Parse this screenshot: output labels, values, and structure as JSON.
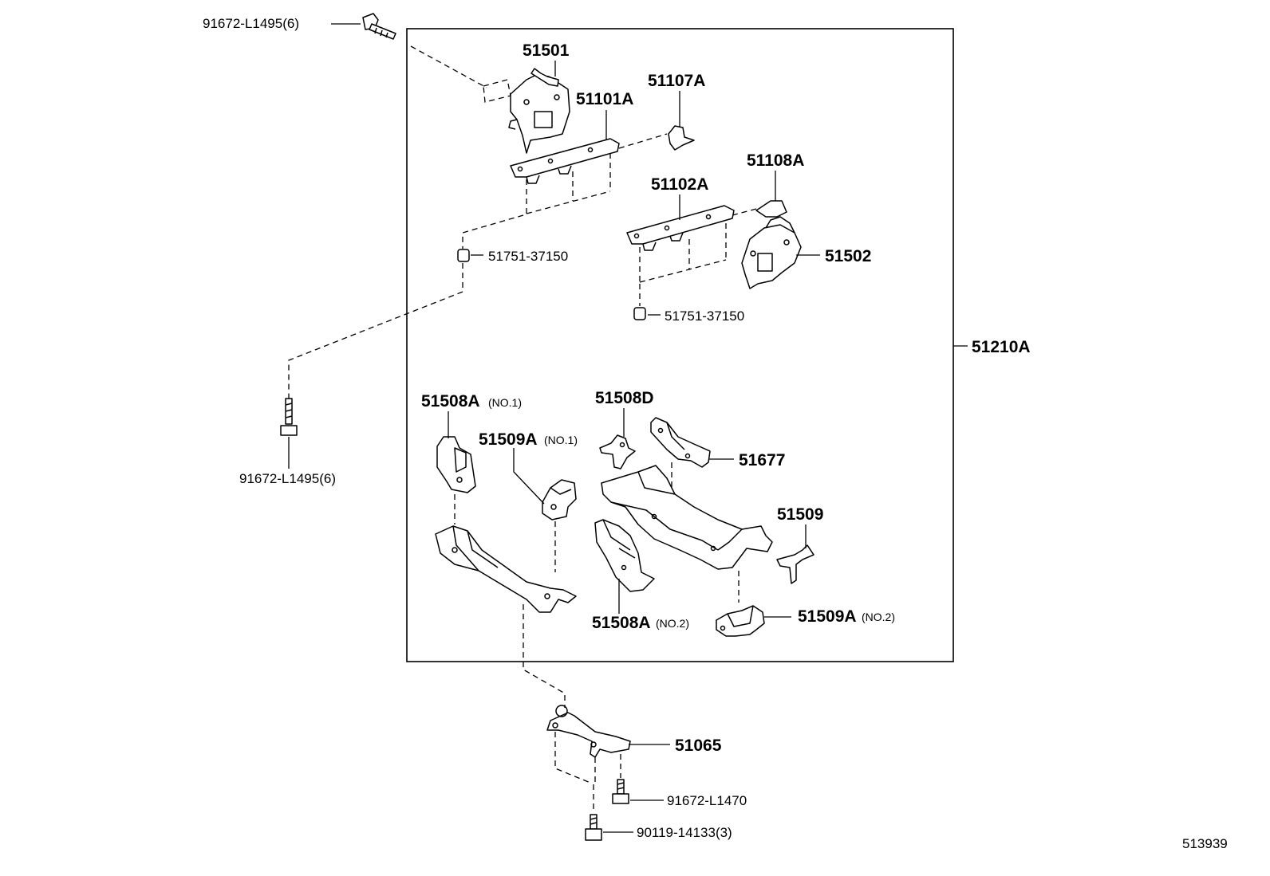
{
  "labels": {
    "bolt_top": "91672-L1495(6)",
    "p51501": "51501",
    "p51101a": "51101A",
    "p51107a": "51107A",
    "p51108a": "51108A",
    "p51102a": "51102A",
    "p51502": "51502",
    "cushion_left": "51751-37150",
    "cushion_right": "51751-37150",
    "p51210a": "51210A",
    "bolt_left": "91672-L1495(6)",
    "p51508a_1": "51508A",
    "p51508a_1_no": "(NO.1)",
    "p51509a_1": "51509A",
    "p51509a_1_no": "(NO.1)",
    "p51508d": "51508D",
    "p51677": "51677",
    "p51509": "51509",
    "p51508a_2": "51508A",
    "p51508a_2_no": "(NO.2)",
    "p51509a_2": "51509A",
    "p51509a_2_no": "(NO.2)",
    "p51065": "51065",
    "bolt_91672_l1470": "91672-L1470",
    "bolt_90119": "90119-14133(3)",
    "figure_ref": "513939"
  }
}
